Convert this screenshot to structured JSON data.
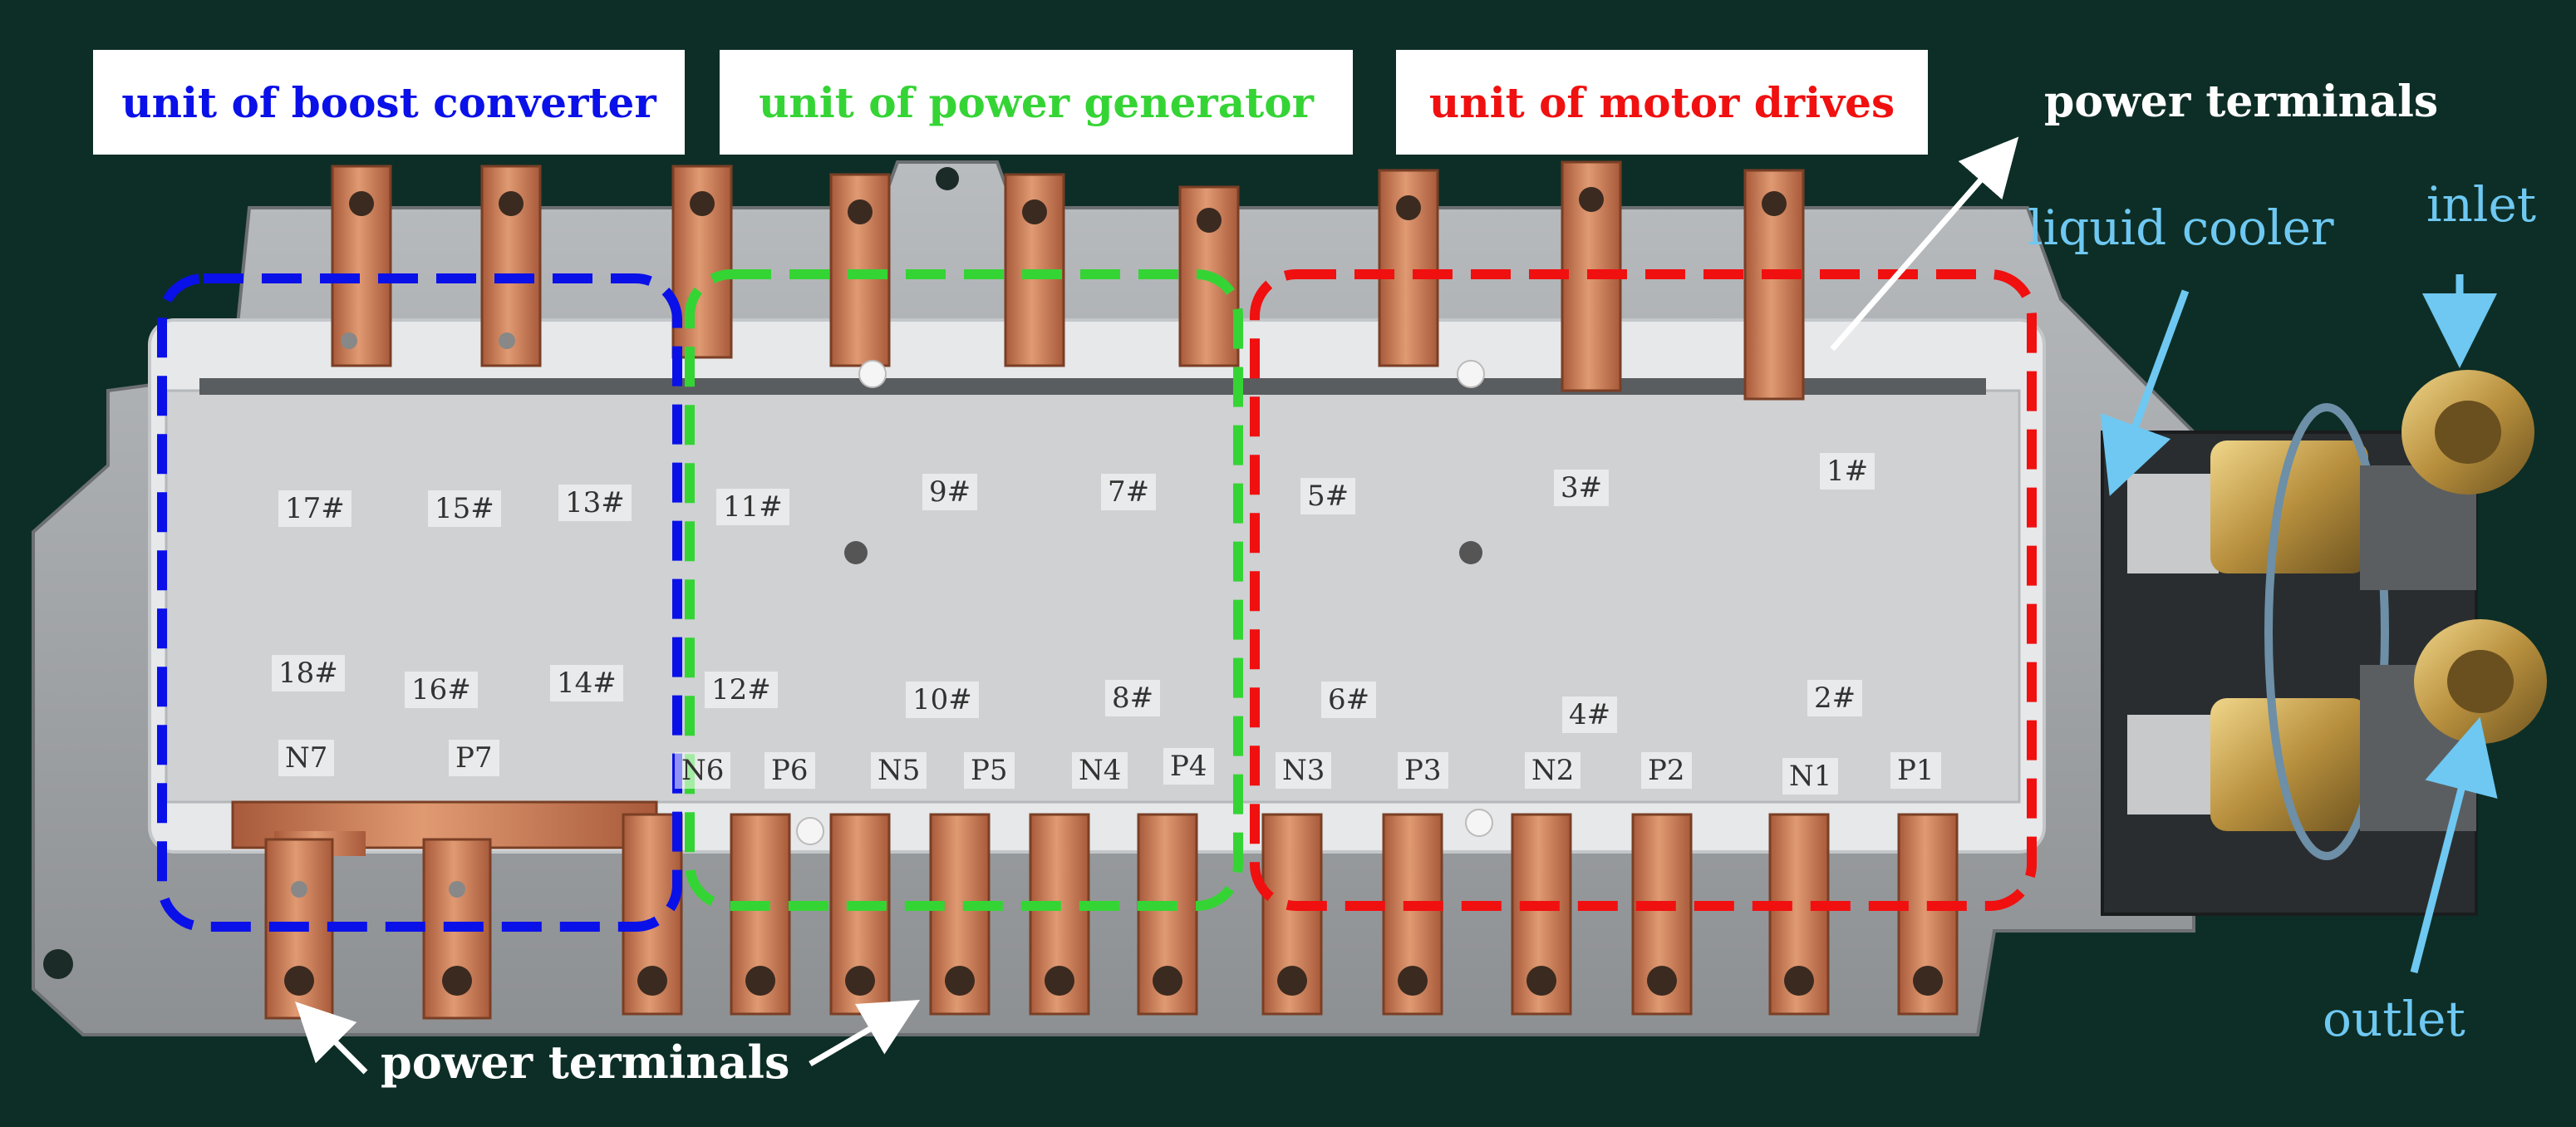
{
  "colors": {
    "background": "#0d2e26",
    "board": "#cfd1d3",
    "copper": "#c9774f",
    "boost": "#0a10e8",
    "generator": "#35d435",
    "motor": "#f01010",
    "annotation_cyan": "#6ec8f2",
    "annotation_white": "#ffffff"
  },
  "units": {
    "boost": "unit of boost converter",
    "generator": "unit of power generator",
    "motor": "unit of motor drives"
  },
  "annotations": {
    "power_terminals_top": "power terminals",
    "power_terminals_bottom": "power terminals",
    "liquid_cooler": "liquid cooler",
    "inlet": "inlet",
    "outlet": "outlet"
  },
  "cells": {
    "c17": "17#",
    "c15": "15#",
    "c13": "13#",
    "c11": "11#",
    "c9": "9#",
    "c7": "7#",
    "c5": "5#",
    "c3": "3#",
    "c1": "1#",
    "c18": "18#",
    "c16": "16#",
    "c14": "14#",
    "c12": "12#",
    "c10": "10#",
    "c8": "8#",
    "c6": "6#",
    "c4": "4#",
    "c2": "2#"
  },
  "terminals": {
    "n7": "N7",
    "p7": "P7",
    "n6": "N6",
    "p6": "P6",
    "n5": "N5",
    "p5": "P5",
    "n4": "N4",
    "p4": "P4",
    "n3": "N3",
    "p3": "P3",
    "n2": "N2",
    "p2": "P2",
    "n1": "N1",
    "p1": "P1"
  }
}
